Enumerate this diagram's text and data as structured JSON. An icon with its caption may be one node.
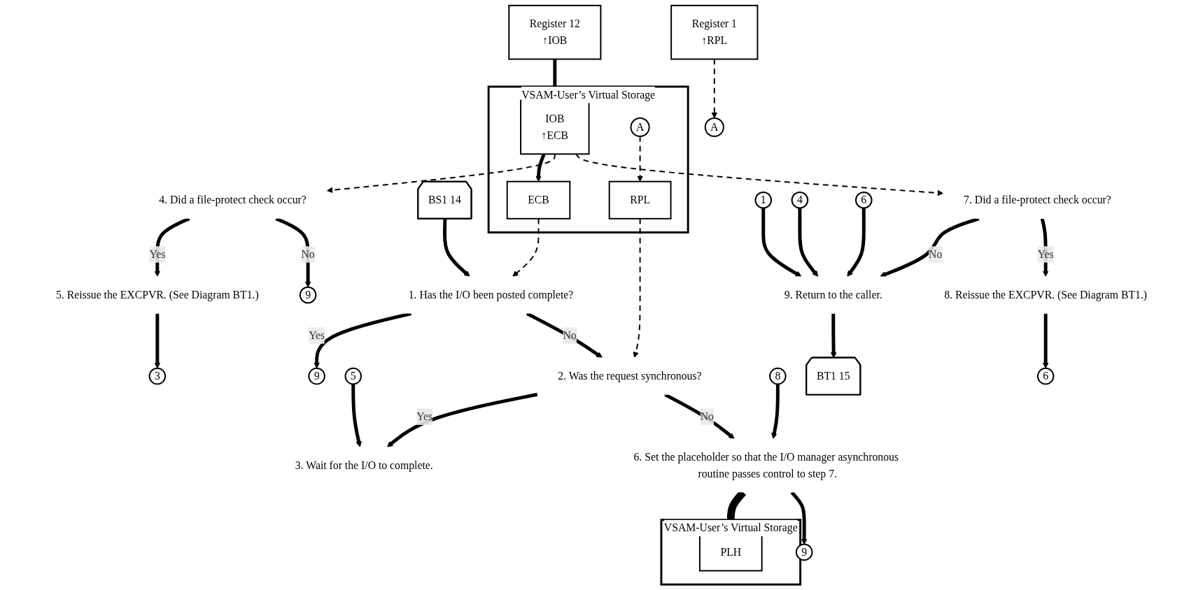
{
  "diagram": {
    "nodes": [
      {
        "text": [
          "Register 12",
          "↑IOB"
        ]
      },
      {
        "text": [
          "Register 1",
          "↑RPL"
        ]
      },
      {
        "text": [
          "A"
        ]
      },
      {
        "text": [
          "VSAM-User’s Virtual Storage"
        ]
      },
      {
        "text": [
          "IOB",
          "↑ECB"
        ],
        "in": 3
      },
      {
        "text": [
          "ECB"
        ],
        "in": 3
      },
      {
        "text": [
          "A"
        ],
        "in": 3
      },
      {
        "text": [
          "RPL"
        ],
        "in": 3
      },
      {
        "text": [
          "BS1 14"
        ]
      },
      {
        "text": [
          "1. Has the I/O been posted complete?"
        ]
      },
      {
        "text": [
          "9"
        ]
      },
      {
        "text": [
          "2. Was the request synchronous?"
        ]
      },
      {
        "text": [
          "5"
        ]
      },
      {
        "text": [
          "3. Wait for the I/O to complete."
        ]
      },
      {
        "text": [
          "4. Did a file-protect check occur?"
        ]
      },
      {
        "text": [
          "9"
        ]
      },
      {
        "text": [
          "5. Reissue the EXCPVR. (See Diagram BT1.)"
        ]
      },
      {
        "text": [
          "3"
        ]
      },
      {
        "text": [
          "8"
        ]
      },
      {
        "text": [
          "6. Set the placeholder so that the I/O manager asynchronous routine passes control to step 7."
        ]
      },
      {
        "text": [
          "9"
        ]
      },
      {
        "text": [
          "7. Did a file-protect check occur?"
        ]
      },
      {
        "text": [
          "8. Reissue the EXCPVR. (See Diagram BT1.)"
        ]
      },
      {
        "text": [
          "6"
        ]
      },
      {
        "text": [
          "1"
        ]
      },
      {
        "text": [
          "4"
        ]
      },
      {
        "text": [
          "6"
        ]
      },
      {
        "text": [
          "9. Return to the caller."
        ]
      },
      {
        "text": [
          "BT1 15"
        ]
      },
      {
        "text": [
          "VSAM-User’s Virtual Storage"
        ]
      },
      {
        "text": [
          "PLH"
        ],
        "in": 29
      }
    ],
    "edges": [
      {
        "from": 0,
        "to": 4,
        "arrow": "to"
      },
      {
        "from": 4,
        "to": 5,
        "arrow": "to"
      },
      {
        "from": 1,
        "to": 2,
        "arrow": "to",
        "style": "dashed"
      },
      {
        "from": 6,
        "to": 7,
        "arrow": "to",
        "style": "dashed"
      },
      {
        "from": 8,
        "to": 9,
        "arrow": "to"
      },
      {
        "from": 9,
        "to": 10,
        "arrow": "to",
        "label": "Yes"
      },
      {
        "from": 9,
        "to": 11,
        "arrow": "to",
        "label": "No"
      },
      {
        "from": 11,
        "to": 13,
        "arrow": "to",
        "label": "Yes"
      },
      {
        "from": 12,
        "to": 13,
        "arrow": "to"
      },
      {
        "from": 11,
        "to": 19,
        "arrow": "to",
        "label": "No"
      },
      {
        "from": 5,
        "to": 9,
        "arrow": "to",
        "style": "dashed"
      },
      {
        "from": 7,
        "to": 11,
        "arrow": "to",
        "style": "dashed"
      },
      {
        "from": 4,
        "to": 14,
        "arrow": "to",
        "style": "dashed"
      },
      {
        "from": 4,
        "to": 21,
        "arrow": "to",
        "style": "dashed"
      },
      {
        "from": 14,
        "to": 16,
        "arrow": "to",
        "label": "Yes"
      },
      {
        "from": 14,
        "to": 15,
        "arrow": "to",
        "label": "No"
      },
      {
        "from": 16,
        "to": 17,
        "arrow": "to"
      },
      {
        "from": 18,
        "to": 19,
        "arrow": "to"
      },
      {
        "from": 19,
        "to": 30,
        "arrow": "to",
        "style": "thick"
      },
      {
        "from": 19,
        "to": 20,
        "arrow": "to"
      },
      {
        "from": 21,
        "to": 27,
        "arrow": "to",
        "label": "No"
      },
      {
        "from": 21,
        "to": 22,
        "arrow": "to",
        "label": "Yes"
      },
      {
        "from": 22,
        "to": 23,
        "arrow": "to"
      },
      {
        "from": 24,
        "to": 27,
        "arrow": "to"
      },
      {
        "from": 25,
        "to": 27,
        "arrow": "to"
      },
      {
        "from": 26,
        "to": 27,
        "arrow": "to"
      },
      {
        "from": 27,
        "to": 28,
        "arrow": "to"
      }
    ]
  }
}
